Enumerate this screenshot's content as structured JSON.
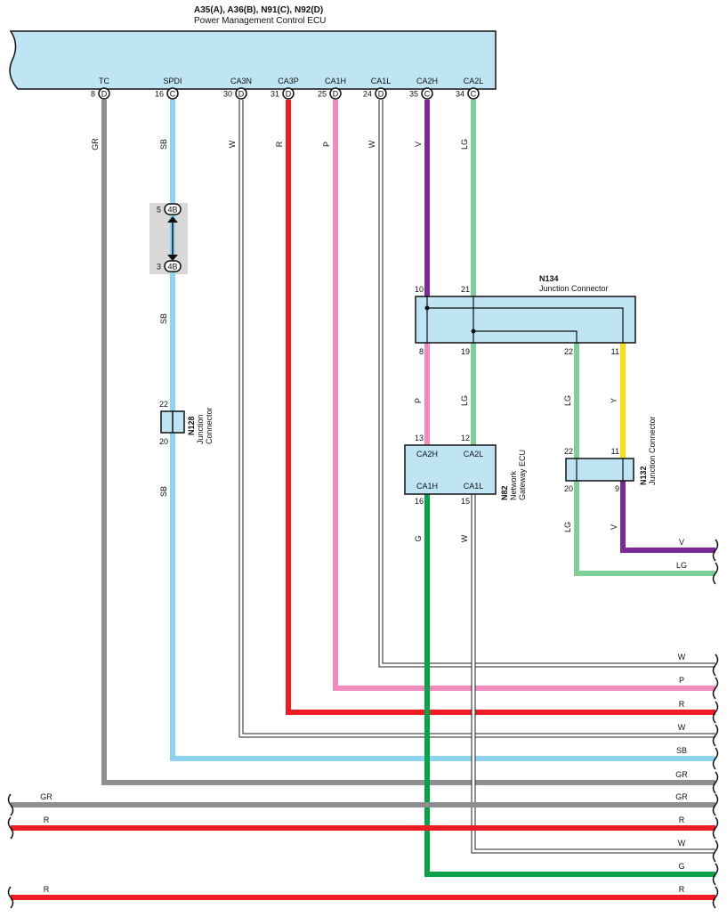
{
  "ecu": {
    "id_line": "A35(A), A36(B), N91(C), N92(D)",
    "name": "Power Management Control ECU",
    "pins": [
      {
        "label": "TC",
        "num": "8",
        "conn": "D"
      },
      {
        "label": "SPDI",
        "num": "16",
        "conn": "C"
      },
      {
        "label": "CA3N",
        "num": "30",
        "conn": "D"
      },
      {
        "label": "CA3P",
        "num": "31",
        "conn": "D"
      },
      {
        "label": "CA1H",
        "num": "25",
        "conn": "D"
      },
      {
        "label": "CA1L",
        "num": "24",
        "conn": "D"
      },
      {
        "label": "CA2H",
        "num": "35",
        "conn": "C"
      },
      {
        "label": "CA2L",
        "num": "34",
        "conn": "C"
      }
    ]
  },
  "wire_colors": {
    "GR": "#8e8e93",
    "SB": "#8ed3f0",
    "W": "#ffffff",
    "R": "#ec1c24",
    "P": "#f28cbf",
    "V": "#7b2a96",
    "LG": "#7fcf98",
    "G": "#0aa14b",
    "Y": "#f7e01a"
  },
  "top_wire_codes": [
    "GR",
    "SB",
    "W",
    "R",
    "P",
    "W",
    "V",
    "LG"
  ],
  "inline_connector": {
    "code": "4B",
    "top_pin": "5",
    "bottom_pin": "3"
  },
  "n134": {
    "id": "N134",
    "name": "Junction Connector",
    "top_pins": [
      "10",
      "21"
    ],
    "bottom_pins": [
      "8",
      "19",
      "22",
      "11"
    ]
  },
  "n128": {
    "id": "N128",
    "name_line1": "Junction",
    "name_line2": "Connector",
    "top_pin": "22",
    "bottom_pin": "20"
  },
  "n82": {
    "id": "N82",
    "name_line1": "Network",
    "name_line2": "Gateway ECU",
    "top_pins": [
      "13",
      "12"
    ],
    "top_labels": [
      "CA2H",
      "CA2L"
    ],
    "bottom_labels": [
      "CA1H",
      "CA1L"
    ],
    "bottom_pins": [
      "16",
      "15"
    ]
  },
  "n132": {
    "id": "N132",
    "name": "Junction Connector",
    "top_pins": [
      "22",
      "11"
    ],
    "bottom_pins": [
      "20",
      "9"
    ]
  },
  "mid_wire_codes": {
    "sb": "SB",
    "p": "P",
    "lg": "LG",
    "lg2": "LG",
    "y": "Y"
  },
  "lower_wire_codes": {
    "sb": "SB",
    "g": "G",
    "w": "W",
    "lg": "LG",
    "v": "V"
  },
  "right_outputs": [
    "V",
    "LG",
    "W",
    "P",
    "R",
    "W",
    "SB",
    "GR",
    "GR",
    "R",
    "W",
    "G",
    "R"
  ],
  "left_inputs": [
    "GR",
    "R",
    "R"
  ]
}
